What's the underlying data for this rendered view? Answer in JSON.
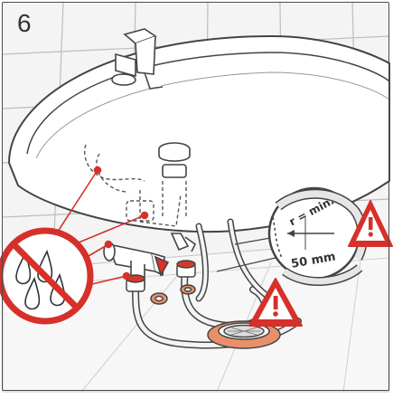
{
  "step": {
    "number": "6"
  },
  "callout": {
    "label_r": "r = min.",
    "label_value": "50 mm"
  },
  "colors": {
    "line": "#444444",
    "accent": "#e0302a",
    "tile": "#f2f2f2",
    "grout": "#c9c9c9",
    "tub": "#ffffff",
    "hose": "#f4f4f4",
    "strainer": "#e9906a"
  },
  "icons": [
    "warning-triangle-icon",
    "warning-triangle-icon",
    "no-water-drops-icon"
  ]
}
